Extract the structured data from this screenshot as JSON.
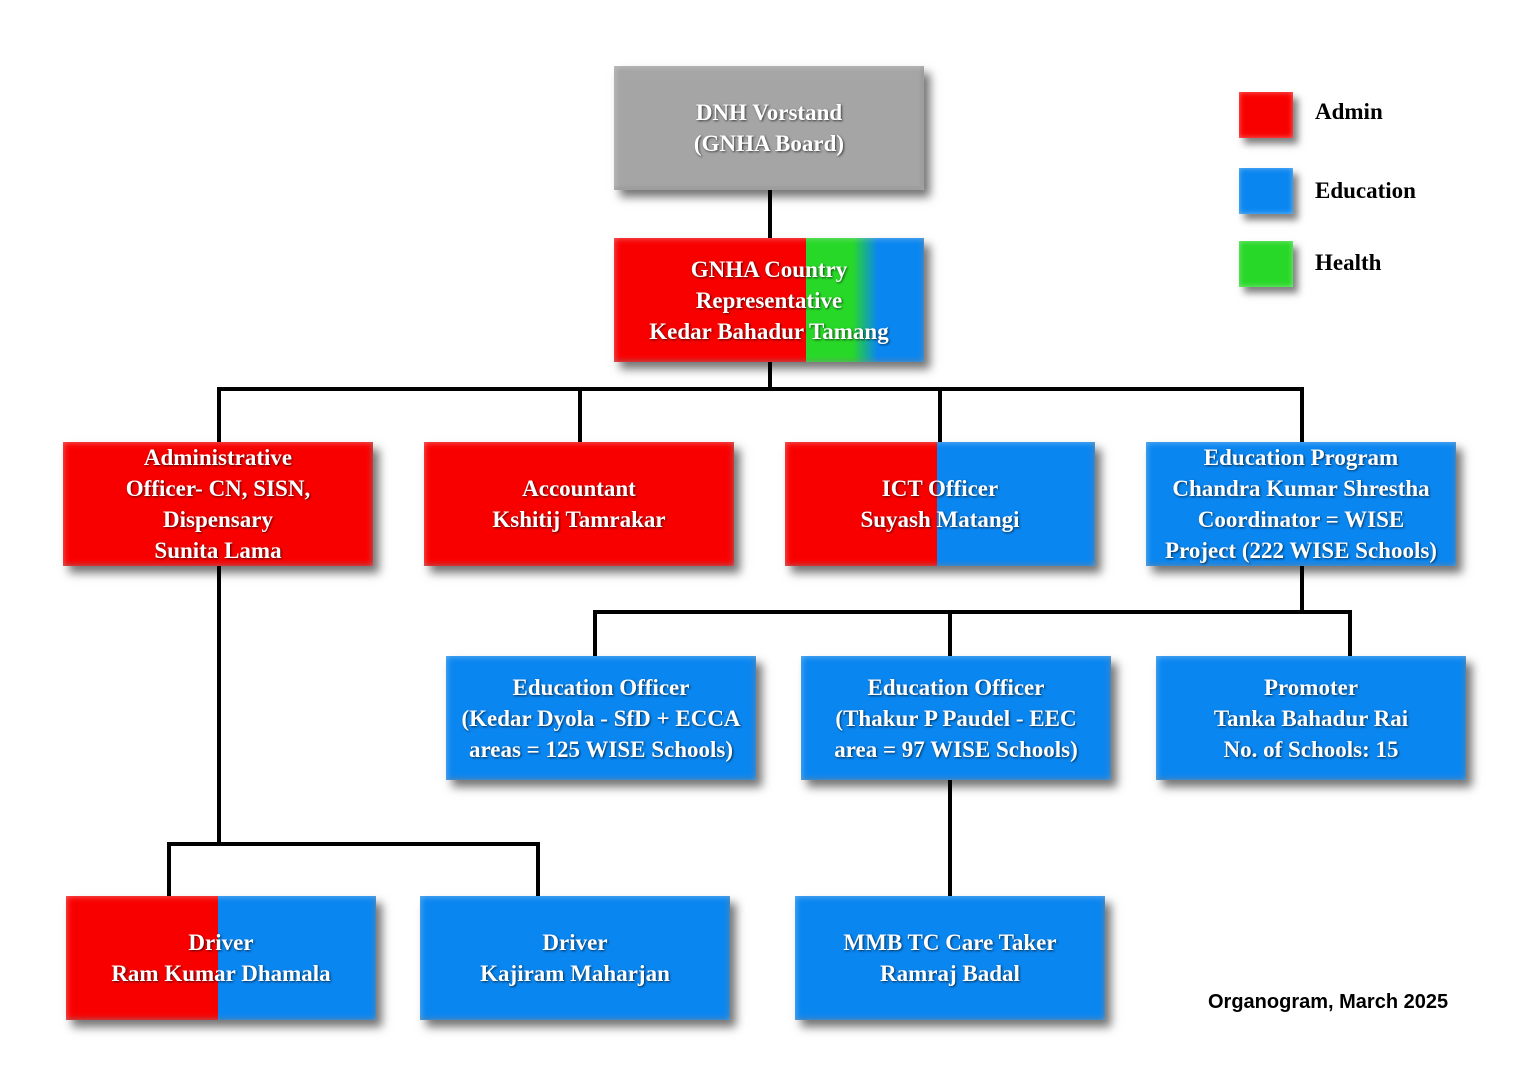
{
  "legend": [
    {
      "label": "Admin",
      "color": "#f80000"
    },
    {
      "label": "Education",
      "color": "#0a86f0"
    },
    {
      "label": "Health",
      "color": "#28d828"
    }
  ],
  "caption": "Organogram, March 2025",
  "nodes": {
    "board": {
      "lines": [
        "DNH Vorstand",
        "(GNHA Board)"
      ],
      "color": "#a5a5a5"
    },
    "country_rep": {
      "lines": [
        "GNHA Country",
        "Representative",
        "Kedar Bahadur Tamang"
      ],
      "colors": [
        "Admin",
        "Health",
        "Education"
      ]
    },
    "admin_officer": {
      "lines": [
        "Administrative",
        "Officer- CN, SISN,",
        "Dispensary",
        "Sunita Lama"
      ],
      "colors": [
        "Admin"
      ]
    },
    "accountant": {
      "lines": [
        "Accountant",
        "Kshitij Tamrakar"
      ],
      "colors": [
        "Admin"
      ]
    },
    "ict_officer": {
      "lines": [
        "ICT Officer",
        "Suyash Matangi"
      ],
      "colors": [
        "Admin",
        "Education"
      ]
    },
    "edu_program": {
      "lines": [
        "Education Program",
        "Chandra Kumar Shrestha",
        "Coordinator = WISE",
        "Project (222 WISE Schools)"
      ],
      "colors": [
        "Education"
      ]
    },
    "edu_officer_1": {
      "lines": [
        "Education Officer",
        "(Kedar Dyola - SfD + ECCA",
        "areas = 125 WISE Schools)"
      ],
      "colors": [
        "Education"
      ]
    },
    "edu_officer_2": {
      "lines": [
        "Education Officer",
        "(Thakur P Paudel - EEC",
        "area = 97 WISE Schools)"
      ],
      "colors": [
        "Education"
      ]
    },
    "promoter": {
      "lines": [
        "Promoter",
        "Tanka Bahadur Rai",
        "No. of Schools: 15"
      ],
      "colors": [
        "Education"
      ]
    },
    "driver_1": {
      "lines": [
        "Driver",
        "Ram Kumar Dhamala"
      ],
      "colors": [
        "Admin",
        "Education"
      ]
    },
    "driver_2": {
      "lines": [
        "Driver",
        "Kajiram Maharjan"
      ],
      "colors": [
        "Education"
      ]
    },
    "caretaker": {
      "lines": [
        "MMB TC Care Taker",
        "Ramraj Badal"
      ],
      "colors": [
        "Education"
      ]
    }
  },
  "edges": [
    [
      "board",
      "country_rep"
    ],
    [
      "country_rep",
      "admin_officer"
    ],
    [
      "country_rep",
      "accountant"
    ],
    [
      "country_rep",
      "ict_officer"
    ],
    [
      "country_rep",
      "edu_program"
    ],
    [
      "edu_program",
      "edu_officer_1"
    ],
    [
      "edu_program",
      "edu_officer_2"
    ],
    [
      "edu_program",
      "promoter"
    ],
    [
      "admin_officer",
      "driver_1"
    ],
    [
      "admin_officer",
      "driver_2"
    ],
    [
      "edu_officer_2",
      "caretaker"
    ]
  ]
}
